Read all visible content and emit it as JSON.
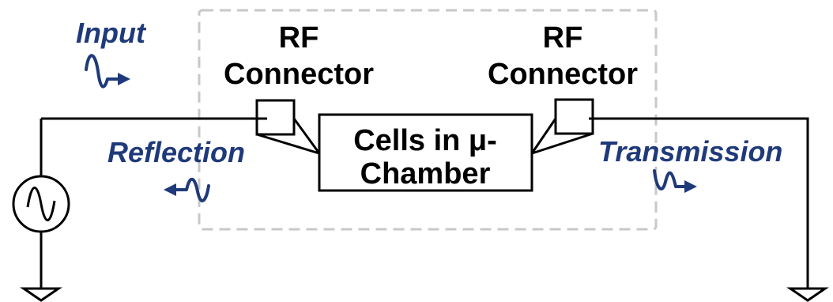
{
  "labels": {
    "input": "Input",
    "reflection": "Reflection",
    "transmission": "Transmission",
    "rf_left_line1": "RF",
    "rf_left_line2": "Connector",
    "rf_right_line1": "RF",
    "rf_right_line2": "Connector",
    "chamber_line1": "Cells in μ-",
    "chamber_line2": "Chamber"
  },
  "colors": {
    "accent": "#1f3a7a",
    "wire": "#000000",
    "boundary": "#c8c8c8"
  },
  "icons": {
    "source": "ac-source-icon",
    "ground": "ground-icon",
    "signal": "signal-arrow-icon"
  }
}
